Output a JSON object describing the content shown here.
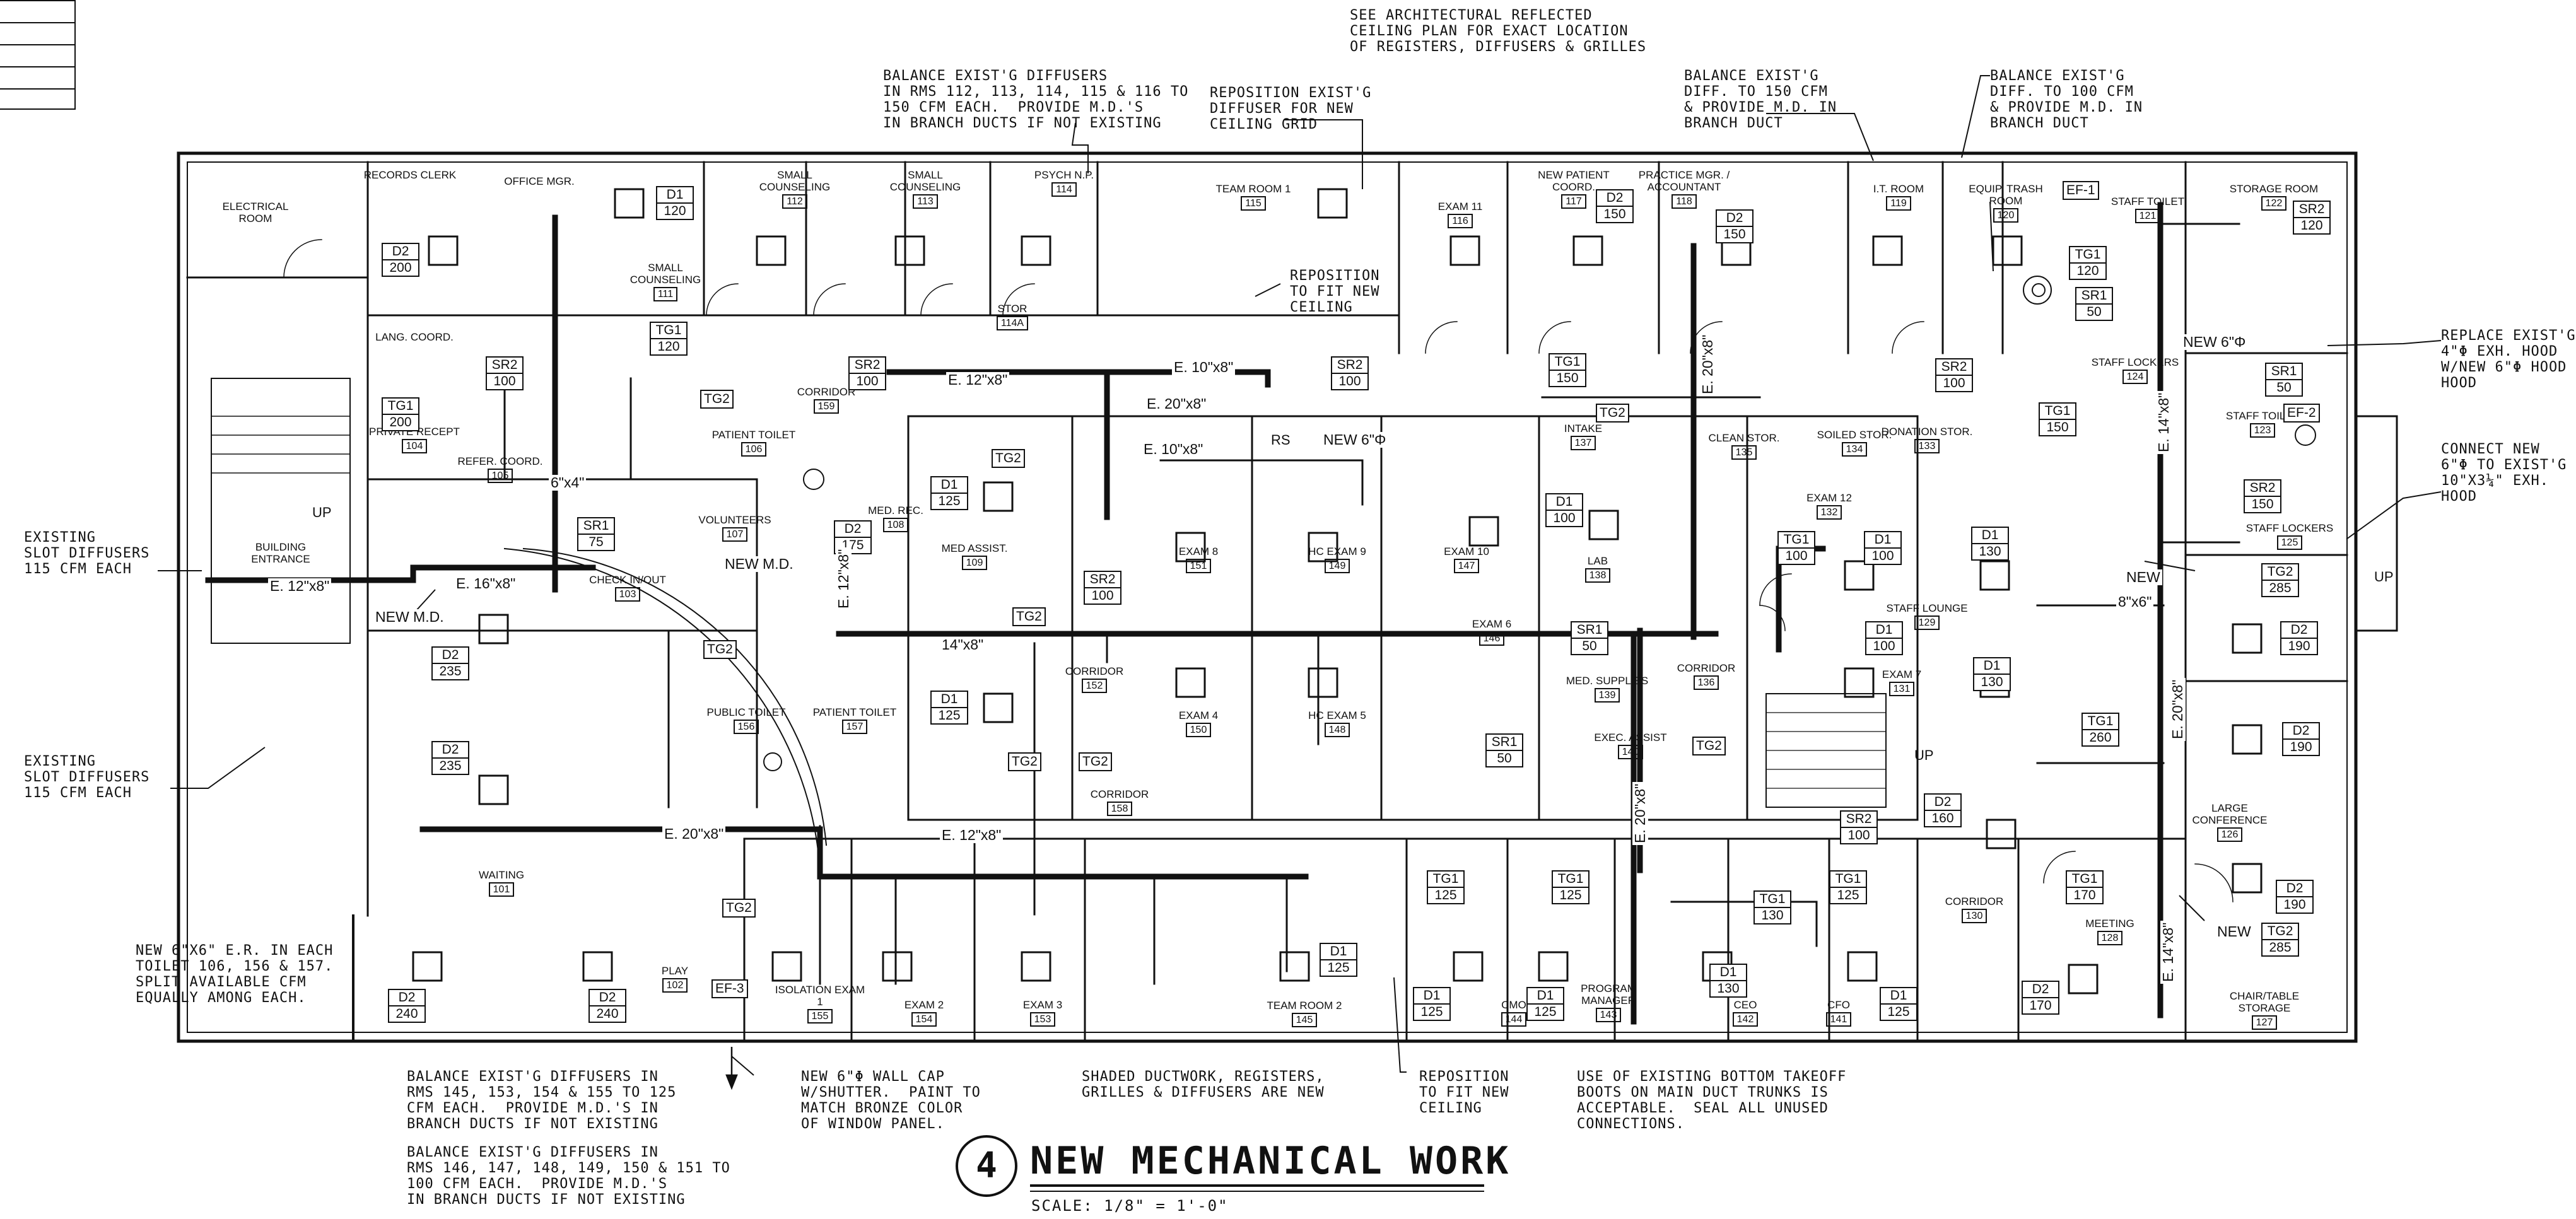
{
  "drawing": {
    "number": "4",
    "title": "NEW MECHANICAL WORK",
    "scale": "SCALE:  1/8\" = 1'-0\""
  },
  "notes": {
    "top_center": "SEE ARCHITECTURAL REFLECTED\nCEILING PLAN FOR EXACT LOCATION\nOF REGISTERS, DIFFUSERS & GRILLES",
    "balance_top_left": "BALANCE EXIST'G DIFFUSERS\nIN RMS 112, 113, 114, 115 & 116 TO\n150 CFM EACH.  PROVIDE M.D.'s\nIN BRANCH DUCTS IF NOT EXISTING",
    "reposition_diffuser": "REPOSITION EXIST'G\nDIFFUSER FOR NEW\nCEILING GRID",
    "balance_150": "BALANCE EXIST'G\nDIFF. TO 150 CFM\n& PROVIDE M.D. IN\nBRANCH DUCT",
    "balance_100": "BALANCE EXIST'G\nDIFF. TO 100 CFM\n& PROVIDE M.D. IN\nBRANCH DUCT",
    "reposition_ceiling_upper": "REPOSITION\nTO FIT NEW\nCEILING",
    "replace_hood": "REPLACE EXIST'G\n4\"Φ EXH. HOOD\nW/NEW 6\"Φ HOOD\nHOOD",
    "connect_new": "CONNECT NEW\n6\"Φ TO EXIST'G\n10\"x3¼\" EXH.\nHOOD",
    "existing_slot_1": "EXISTING\nSLOT DIFFUSERS\n115 CFM EACH",
    "existing_slot_2": "EXISTING\nSLOT DIFFUSERS\n115 CFM EACH",
    "new_er": "NEW 6\"x6\" E.R. IN EACH\nTOILET 106, 156 & 157.\nSPLIT AVAILABLE CFM\nEQUALLY AMONG EACH.",
    "balance_bottom_1": "BALANCE EXIST'G DIFFUSERS IN\nRMS 145, 153, 154 & 155 TO 125\nCFM EACH.  PROVIDE M.D.'s IN\nBRANCH DUCTS IF NOT EXISTING",
    "balance_bottom_2": "BALANCE EXIST'G DIFFUSERS IN\nRMS 146, 147, 148, 149, 150 & 151 TO\n100 CFM EACH.  PROVIDE M.D.'s\nIN BRANCH DUCTS IF NOT EXISTING",
    "wall_cap": "NEW 6\"Φ WALL CAP\nW/SHUTTER.  PAINT TO\nMATCH BRONZE COLOR\nOF WINDOW PANEL.",
    "shaded": "SHADED DUCTWORK, REGISTERS,\nGRILLES & DIFFUSERS ARE NEW",
    "reposition_ceiling_lower": "REPOSITION\nTO FIT NEW\nCEILING",
    "bottom_takeoff": "USE OF EXISTING BOTTOM TAKEOFF\nBOOTS ON MAIN DUCT TRUNKS IS\nACCEPTABLE.  SEAL ALL UNUSED\nCONNECTIONS."
  },
  "rooms": [
    {
      "name": "ELECTRICAL ROOM",
      "num": ""
    },
    {
      "name": "RECORDS CLERK",
      "num": ""
    },
    {
      "name": "OFFICE MGR.",
      "num": ""
    },
    {
      "name": "SMALL COUNSELING",
      "num": "112"
    },
    {
      "name": "SMALL COUNSELING",
      "num": "113"
    },
    {
      "name": "PSYCH N.P.",
      "num": "114"
    },
    {
      "name": "TEAM ROOM 1",
      "num": "115"
    },
    {
      "name": "EXAM 11",
      "num": "116"
    },
    {
      "name": "NEW PATIENT COORD.",
      "num": "117"
    },
    {
      "name": "PRACTICE MGR. / ACCOUNTANT",
      "num": "118"
    },
    {
      "name": "I.T. ROOM",
      "num": "119"
    },
    {
      "name": "EQUIP. TRASH ROOM",
      "num": "120"
    },
    {
      "name": "STAFF TOILET",
      "num": "121"
    },
    {
      "name": "STORAGE ROOM",
      "num": "122"
    },
    {
      "name": "SMALL COUNSELING",
      "num": "111"
    },
    {
      "name": "LANG. COORD.",
      "num": ""
    },
    {
      "name": "PRIVATE RECEPT",
      "num": "104"
    },
    {
      "name": "REFER. COORD.",
      "num": "105"
    },
    {
      "name": "PATIENT TOILET",
      "num": "106"
    },
    {
      "name": "VOLUNTEERS",
      "num": "107"
    },
    {
      "name": "MED. REC.",
      "num": "108"
    },
    {
      "name": "MED ASSIST.",
      "num": "109"
    },
    {
      "name": "CORRIDOR",
      "num": "159"
    },
    {
      "name": "STOR",
      "num": "114A"
    },
    {
      "name": "CHECK IN/OUT",
      "num": "103"
    },
    {
      "name": "BUILDING ENTRANCE",
      "num": ""
    },
    {
      "name": "PUBLIC TOILET",
      "num": "156"
    },
    {
      "name": "PATIENT TOILET",
      "num": "157"
    },
    {
      "name": "WAITING",
      "num": "101"
    },
    {
      "name": "PLAY",
      "num": "102"
    },
    {
      "name": "ISOLATION EXAM 1",
      "num": "155"
    },
    {
      "name": "EXAM 2",
      "num": "154"
    },
    {
      "name": "EXAM 3",
      "num": "153"
    },
    {
      "name": "TEAM ROOM 2",
      "num": "145"
    },
    {
      "name": "CMO",
      "num": "144"
    },
    {
      "name": "PROGRAM MANAGER",
      "num": "143"
    },
    {
      "name": "CEO",
      "num": "142"
    },
    {
      "name": "CFO",
      "num": "141"
    },
    {
      "name": "EXAM 8",
      "num": "151"
    },
    {
      "name": "HC EXAM 9",
      "num": "149"
    },
    {
      "name": "EXAM 10",
      "num": "147"
    },
    {
      "name": "EXAM 6",
      "num": "146"
    },
    {
      "name": "CORRIDOR",
      "num": "152"
    },
    {
      "name": "EXAM 4",
      "num": "150"
    },
    {
      "name": "HC EXAM 5",
      "num": "148"
    },
    {
      "name": "CORRIDOR",
      "num": "158"
    },
    {
      "name": "INTAKE",
      "num": "137"
    },
    {
      "name": "LAB",
      "num": "138"
    },
    {
      "name": "MED. SUPPLIES",
      "num": "139"
    },
    {
      "name": "EXEC. ASSIST",
      "num": "140"
    },
    {
      "name": "CORRIDOR",
      "num": "136"
    },
    {
      "name": "CLEAN STOR.",
      "num": "135"
    },
    {
      "name": "SOILED STOR.",
      "num": "134"
    },
    {
      "name": "DONATION STOR.",
      "num": "133"
    },
    {
      "name": "EXAM 12",
      "num": "132"
    },
    {
      "name": "EXAM 7",
      "num": "131"
    },
    {
      "name": "STAFF LOUNGE",
      "num": "129"
    },
    {
      "name": "CORRIDOR",
      "num": "130"
    },
    {
      "name": "MEETING",
      "num": "128"
    },
    {
      "name": "LARGE CONFERENCE",
      "num": "126"
    },
    {
      "name": "CHAIR/TABLE STORAGE",
      "num": "127"
    },
    {
      "name": "STAFF TOILET",
      "num": "123"
    },
    {
      "name": "STAFF LOCKERS",
      "num": "124"
    },
    {
      "name": "STAFF LOCKERS",
      "num": "125"
    }
  ],
  "tags": [
    {
      "code": "D1",
      "cfm": "120"
    },
    {
      "code": "D2",
      "cfm": "200"
    },
    {
      "code": "TG1",
      "cfm": "120"
    },
    {
      "code": "SR2",
      "cfm": "100"
    },
    {
      "code": "TG1",
      "cfm": "200"
    },
    {
      "code": "SR1",
      "cfm": "75"
    },
    {
      "code": "D2",
      "cfm": "175"
    },
    {
      "code": "D1",
      "cfm": "125"
    },
    {
      "code": "SR2",
      "cfm": "100"
    },
    {
      "code": "SR2",
      "cfm": "100"
    },
    {
      "code": "D1",
      "cfm": "125"
    },
    {
      "code": "SR2",
      "cfm": "100"
    },
    {
      "code": "D2",
      "cfm": "235"
    },
    {
      "code": "D2",
      "cfm": "235"
    },
    {
      "code": "D2",
      "cfm": "240"
    },
    {
      "code": "D2",
      "cfm": "240"
    },
    {
      "code": "D1",
      "cfm": "125"
    },
    {
      "code": "TG1",
      "cfm": "125"
    },
    {
      "code": "D1",
      "cfm": "125"
    },
    {
      "code": "TG1",
      "cfm": "125"
    },
    {
      "code": "D1",
      "cfm": "125"
    },
    {
      "code": "TG1",
      "cfm": "130"
    },
    {
      "code": "D1",
      "cfm": "130"
    },
    {
      "code": "TG1",
      "cfm": "125"
    },
    {
      "code": "D1",
      "cfm": "125"
    },
    {
      "code": "D2",
      "cfm": "150"
    },
    {
      "code": "D2",
      "cfm": "150"
    },
    {
      "code": "TG1",
      "cfm": "150"
    },
    {
      "code": "SR2",
      "cfm": "100"
    },
    {
      "code": "TG1",
      "cfm": "150"
    },
    {
      "code": "D1",
      "cfm": "100"
    },
    {
      "code": "SR1",
      "cfm": "50"
    },
    {
      "code": "SR1",
      "cfm": "50"
    },
    {
      "code": "TG1",
      "cfm": "100"
    },
    {
      "code": "D1",
      "cfm": "100"
    },
    {
      "code": "D1",
      "cfm": "100"
    },
    {
      "code": "SR2",
      "cfm": "100"
    },
    {
      "code": "D2",
      "cfm": "160"
    },
    {
      "code": "D1",
      "cfm": "130"
    },
    {
      "code": "D1",
      "cfm": "130"
    },
    {
      "code": "TG1",
      "cfm": "260"
    },
    {
      "code": "TG1",
      "cfm": "170"
    },
    {
      "code": "D2",
      "cfm": "170"
    },
    {
      "code": "TG2",
      "cfm": "285"
    },
    {
      "code": "D2",
      "cfm": "190"
    },
    {
      "code": "D2",
      "cfm": "190"
    },
    {
      "code": "D2",
      "cfm": "190"
    },
    {
      "code": "TG2",
      "cfm": "285"
    },
    {
      "code": "SR2",
      "cfm": "120"
    },
    {
      "code": "SR1",
      "cfm": "50"
    },
    {
      "code": "TG1",
      "cfm": "120"
    },
    {
      "code": "SR1",
      "cfm": "50"
    },
    {
      "code": "SR2",
      "cfm": "150"
    }
  ],
  "small_tags": [
    "TG2",
    "TG2",
    "TG2",
    "TG2",
    "TG2",
    "TG2",
    "TG2",
    "TG2",
    "TG2",
    "EF-1",
    "EF-2",
    "EF-3"
  ],
  "duct_labels": [
    "E. 12\"x8\"",
    "E. 10\"x8\"",
    "E. 20\"x8\"",
    "E. 10\"x8\"",
    "E. 16\"x8\"",
    "E. 12\"x8\"",
    "E. 20\"x8\"",
    "E. 12\"x8\"",
    "E. 12\"x8\"",
    "E. 20\"x8\"",
    "E. 20\"x8\"",
    "E. 20\"x8\"",
    "E. 14\"x8\"",
    "E. 14\"x8\"",
    "6\"x4\"",
    "14\"x8\"",
    "8\"x6\"",
    "NEW 6\"Φ",
    "NEW 6\"Φ",
    "NEW M.D.",
    "NEW M.D.",
    "NEW",
    "NEW"
  ],
  "misc_labels": {
    "up1": "UP",
    "up2": "UP",
    "up3": "UP",
    "rs": "RS"
  }
}
